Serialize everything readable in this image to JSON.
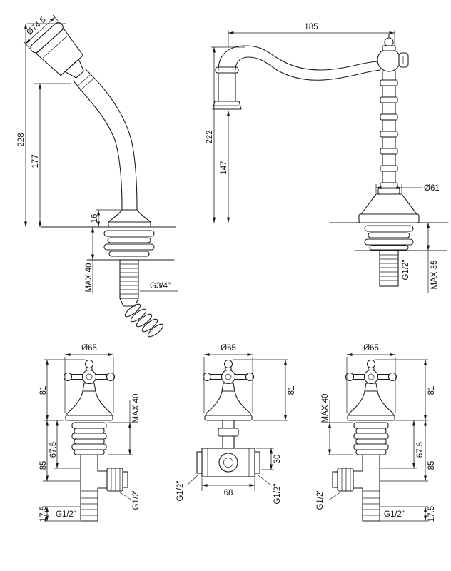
{
  "sheet": {
    "background": "#ffffff",
    "line_color": "#1c1c1c"
  },
  "handshower": {
    "head_diameter": "Ø74.5",
    "height_total": "228",
    "height_handle": "177",
    "base_height": "16",
    "deck_thickness": "MAX 40",
    "thread": "G3/4\""
  },
  "spout": {
    "reach": "185",
    "height_total": "222",
    "height_outlet": "147",
    "base_diameter": "Ø61",
    "thread": "G1/2\"",
    "deck_thickness": "MAX 35"
  },
  "valve_left": {
    "handle_diameter": "Ø65",
    "height_handle": "81",
    "wall_thickness": "MAX 40",
    "height_body": "67.5",
    "height_total": "85",
    "tail_length": "17.5",
    "thread_tail": "G1/2\"",
    "thread_outlet": "G1/2\""
  },
  "valve_center": {
    "handle_diameter": "Ø65",
    "height_handle": "81",
    "body_offset": "30",
    "body_width": "68",
    "thread_left": "G1/2\"",
    "thread_right": "G1/2\""
  },
  "valve_right": {
    "handle_diameter": "Ø65",
    "height_handle": "81",
    "wall_thickness": "MAX 40",
    "height_body": "67.5",
    "height_total": "85",
    "tail_length": "17.5",
    "thread_tail": "G1/2\"",
    "thread_outlet": "G1/2\""
  }
}
